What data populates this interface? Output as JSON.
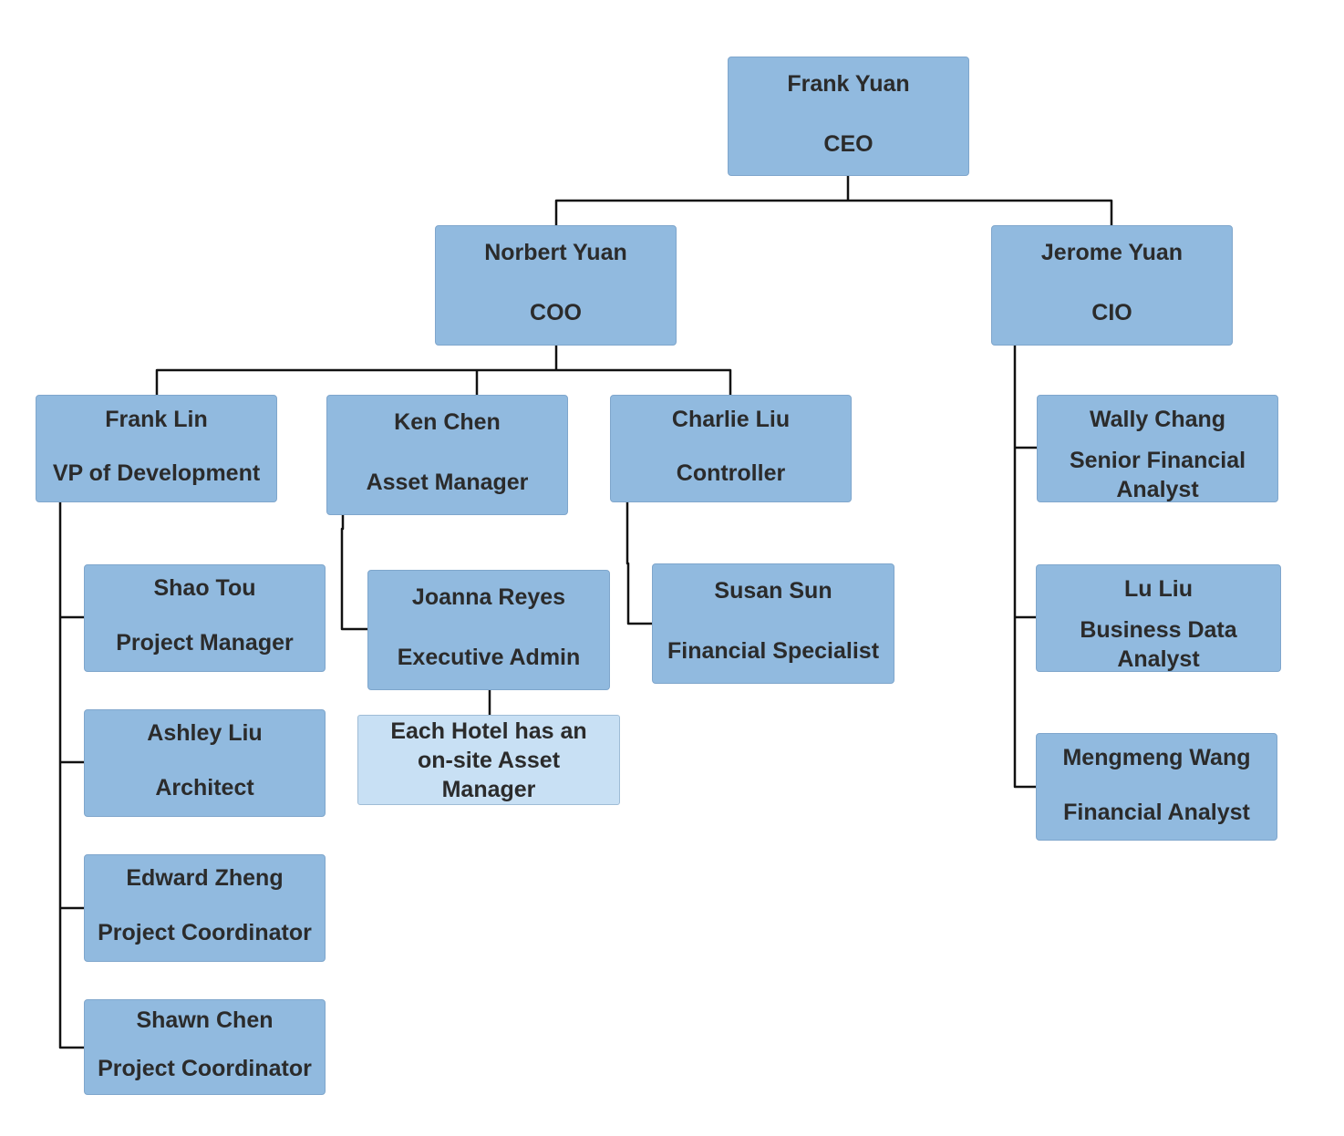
{
  "nodes": {
    "ceo": {
      "name": "Frank Yuan",
      "role": "CEO"
    },
    "coo": {
      "name": "Norbert Yuan",
      "role": "COO"
    },
    "cio": {
      "name": "Jerome Yuan",
      "role": "CIO"
    },
    "vp_dev": {
      "name": "Frank Lin",
      "role": "VP of Development"
    },
    "asset": {
      "name": "Ken Chen",
      "role": "Asset Manager"
    },
    "ctrl": {
      "name": "Charlie Liu",
      "role": "Controller"
    },
    "sr_fa": {
      "name": "Wally Chang",
      "role": "Senior Financial Analyst"
    },
    "bda": {
      "name": "Lu Liu",
      "role": "Business Data Analyst"
    },
    "fa": {
      "name": "Mengmeng Wang",
      "role": "Financial Analyst"
    },
    "pm": {
      "name": "Shao Tou",
      "role": "Project Manager"
    },
    "arch": {
      "name": "Ashley Liu",
      "role": "Architect"
    },
    "pc1": {
      "name": "Edward Zheng",
      "role": "Project Coordinator"
    },
    "pc2": {
      "name": "Shawn Chen",
      "role": "Project Coordinator"
    },
    "admin": {
      "name": "Joanna Reyes",
      "role": "Executive Admin"
    },
    "fin_spec": {
      "name": "Susan Sun",
      "role": "Financial Specialist"
    }
  },
  "note": {
    "text": "Each Hotel has an on-site Asset Manager"
  }
}
